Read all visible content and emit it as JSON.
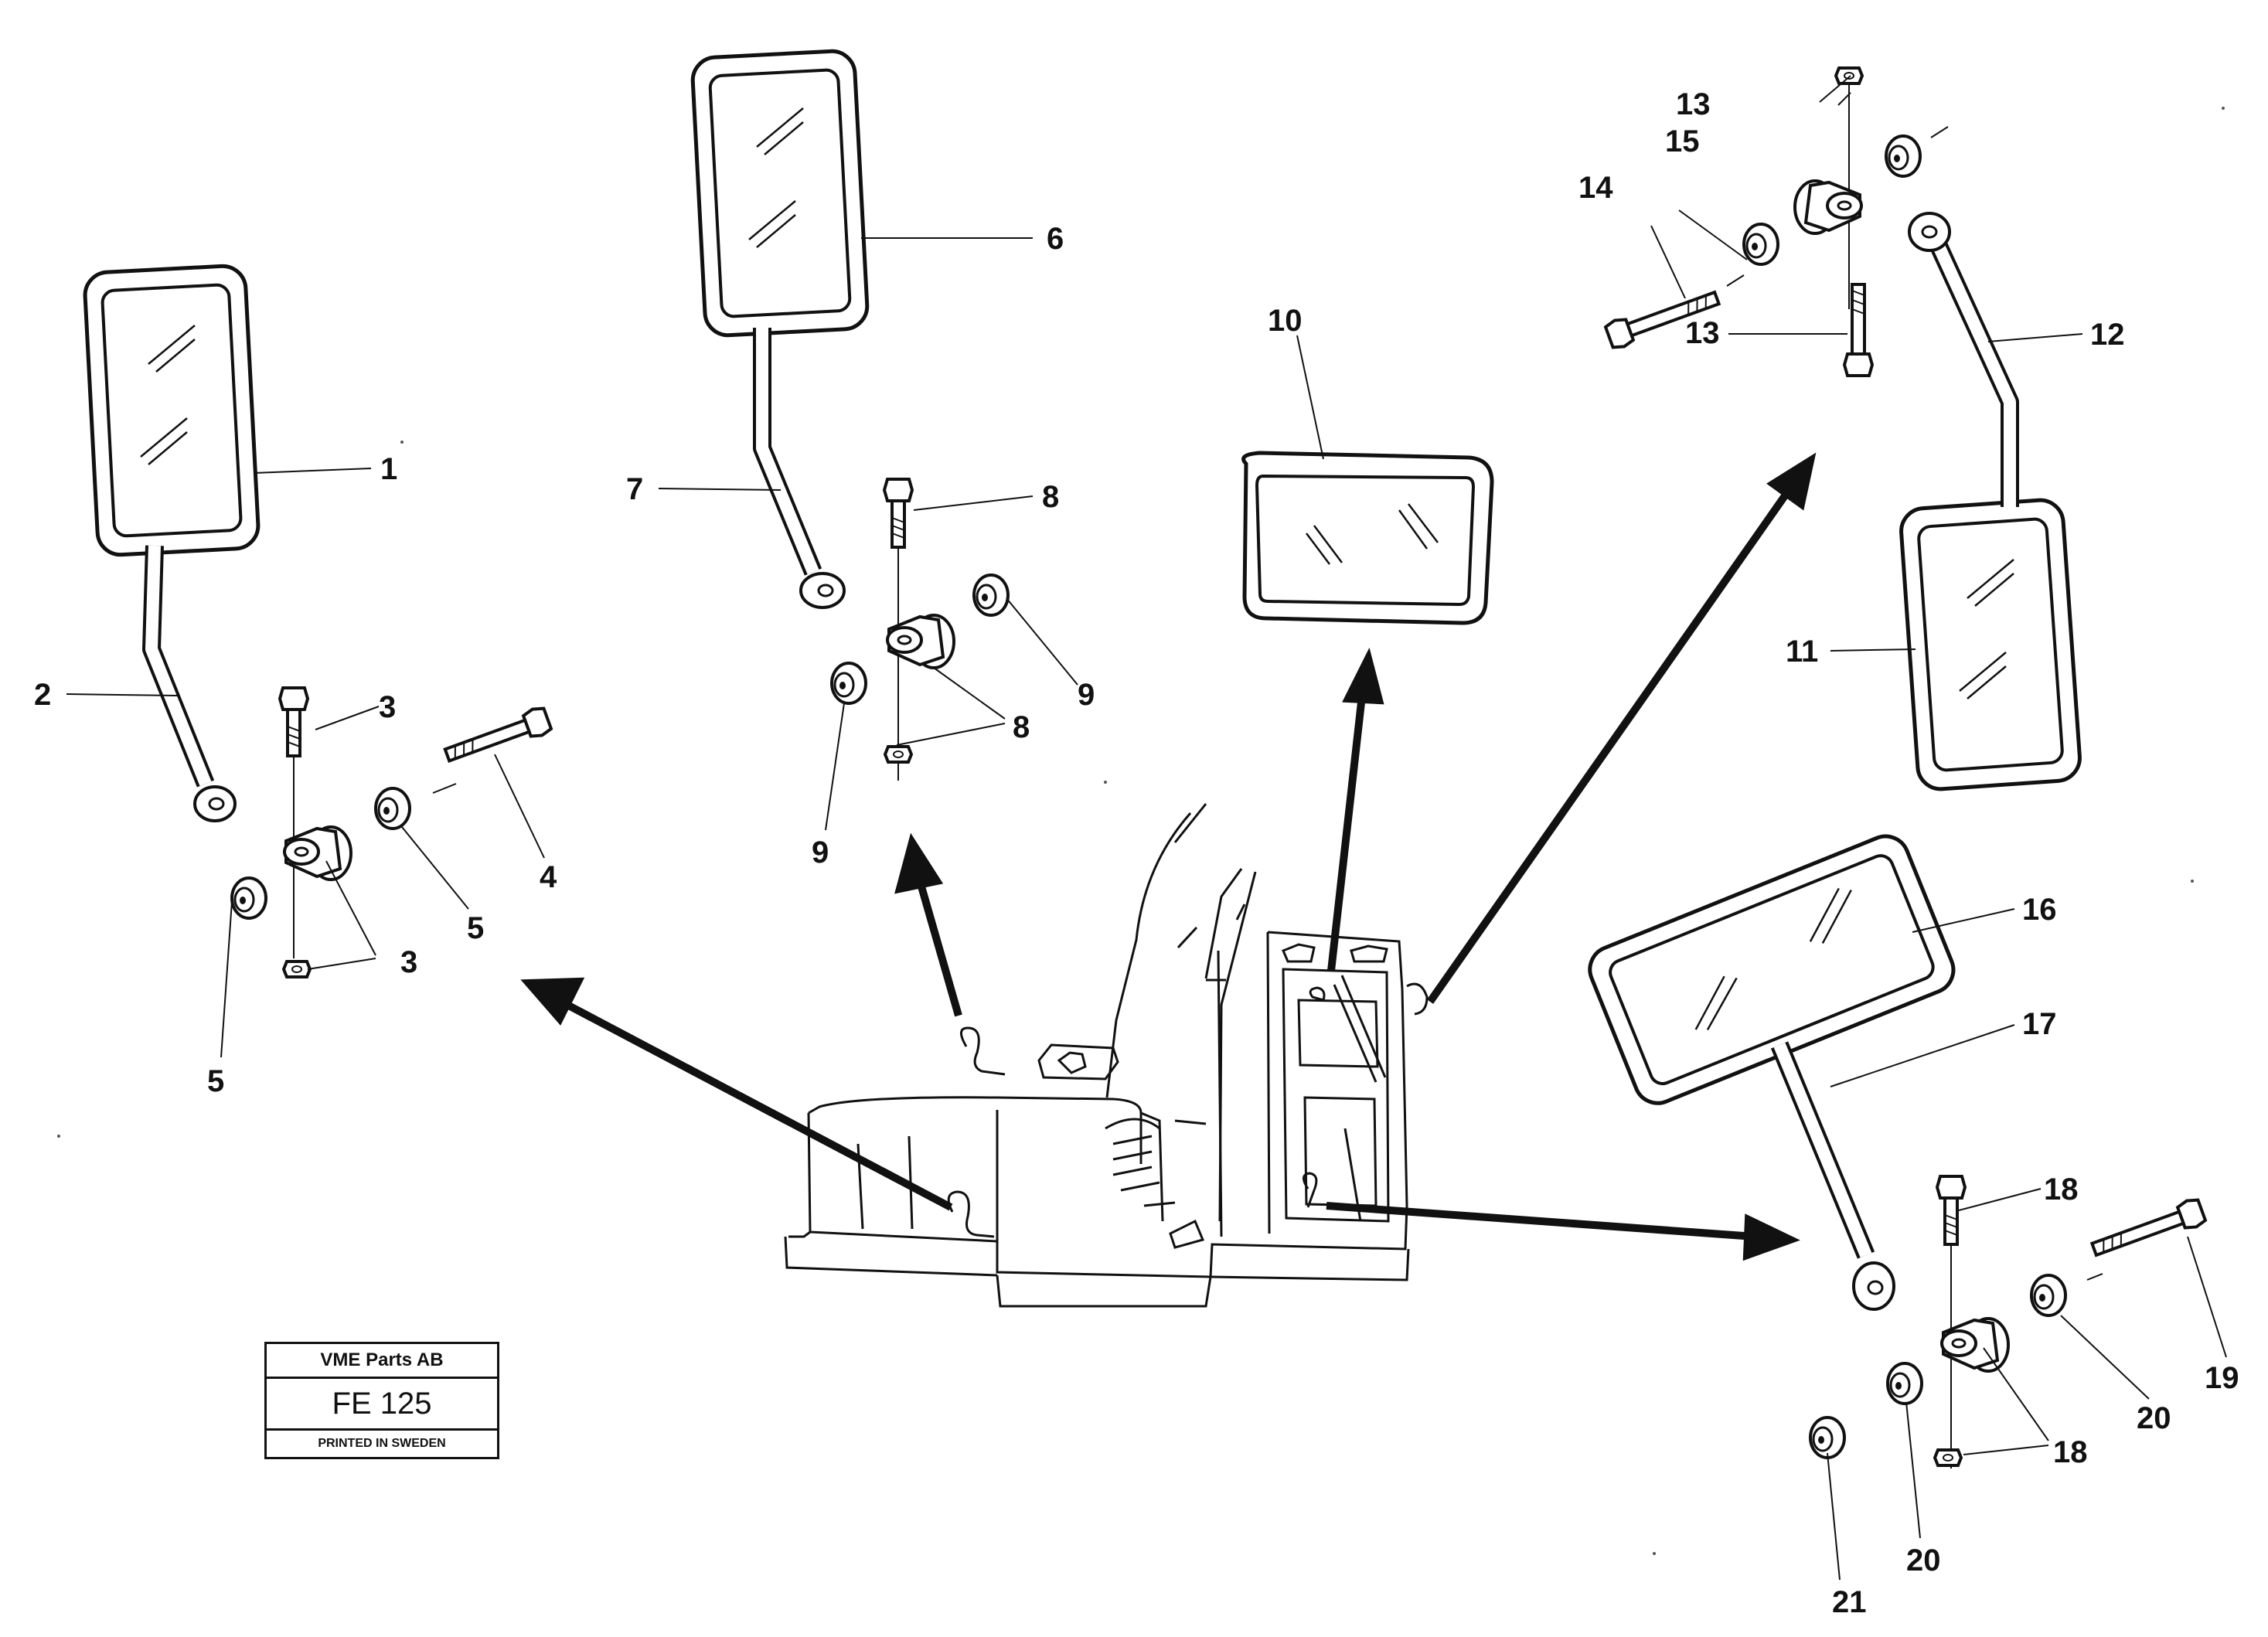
{
  "callouts": [
    {
      "id": "1",
      "text": "1"
    },
    {
      "id": "2",
      "text": "2"
    },
    {
      "id": "3a",
      "text": "3"
    },
    {
      "id": "3b",
      "text": "3"
    },
    {
      "id": "4",
      "text": "4"
    },
    {
      "id": "5a",
      "text": "5"
    },
    {
      "id": "5b",
      "text": "5"
    },
    {
      "id": "6",
      "text": "6"
    },
    {
      "id": "7",
      "text": "7"
    },
    {
      "id": "8a",
      "text": "8"
    },
    {
      "id": "8b",
      "text": "8"
    },
    {
      "id": "9a",
      "text": "9"
    },
    {
      "id": "9b",
      "text": "9"
    },
    {
      "id": "10",
      "text": "10"
    },
    {
      "id": "11",
      "text": "11"
    },
    {
      "id": "12",
      "text": "12"
    },
    {
      "id": "13a",
      "text": "13"
    },
    {
      "id": "13b",
      "text": "13"
    },
    {
      "id": "14",
      "text": "14"
    },
    {
      "id": "15",
      "text": "15"
    },
    {
      "id": "16",
      "text": "16"
    },
    {
      "id": "17",
      "text": "17"
    },
    {
      "id": "18a",
      "text": "18"
    },
    {
      "id": "18b",
      "text": "18"
    },
    {
      "id": "19",
      "text": "19"
    },
    {
      "id": "20a",
      "text": "20"
    },
    {
      "id": "20b",
      "text": "20"
    },
    {
      "id": "21",
      "text": "21"
    }
  ],
  "stamp": {
    "company": "VME Parts AB",
    "code": "FE 125",
    "printed": "PRINTED IN SWEDEN"
  }
}
